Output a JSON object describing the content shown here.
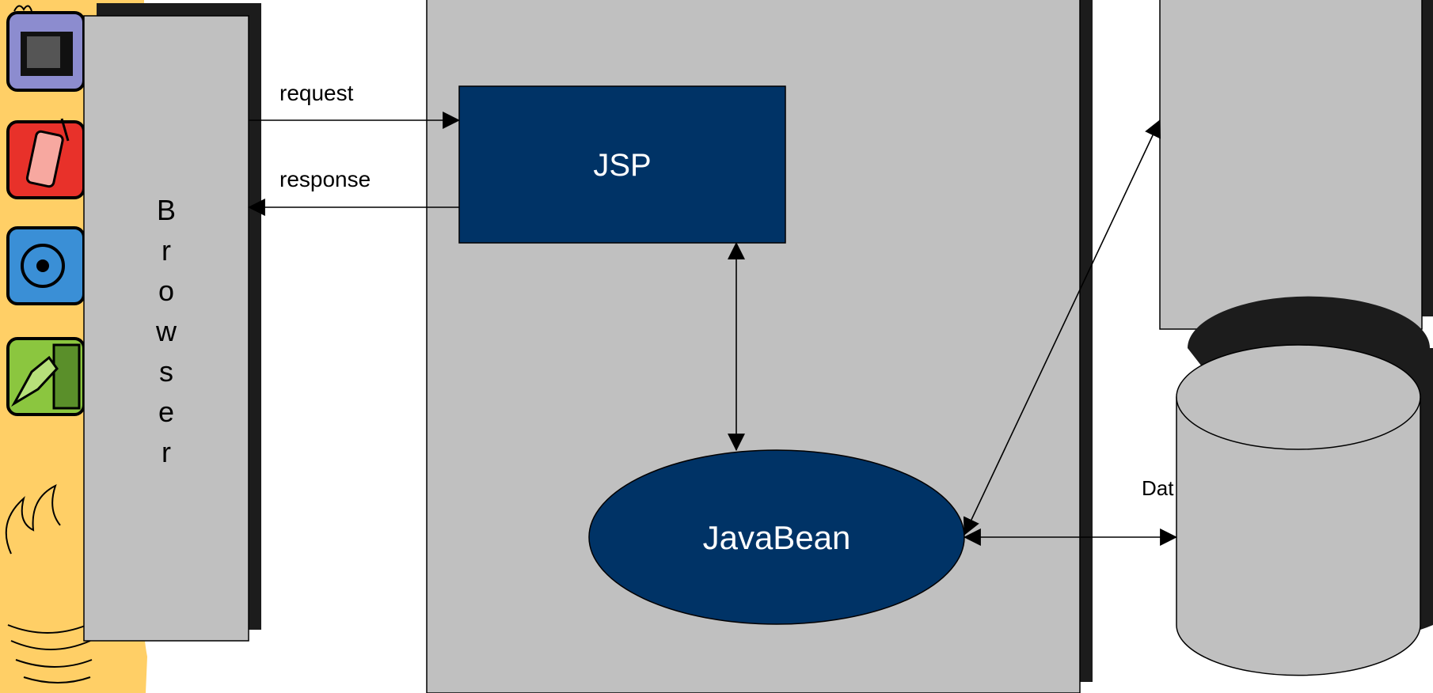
{
  "diagram": {
    "browser_label": "Browser",
    "jsp_label": "JSP",
    "javabean_label": "JavaBean",
    "request_label": "request",
    "response_label": "response",
    "database_label_partial": "Dat",
    "icons": [
      "microwave-oven-icon",
      "mobile-phone-hand-icon",
      "car-driver-icon",
      "hand-card-reader-icon",
      "coffee-cup-icon"
    ]
  },
  "colors": {
    "sidebar": "#ffcf66",
    "panel_gray": "#c0c0c0",
    "shadow": "#1c1c1c",
    "navy": "#003366",
    "text": "#000000",
    "text_on_navy": "#ffffff"
  }
}
